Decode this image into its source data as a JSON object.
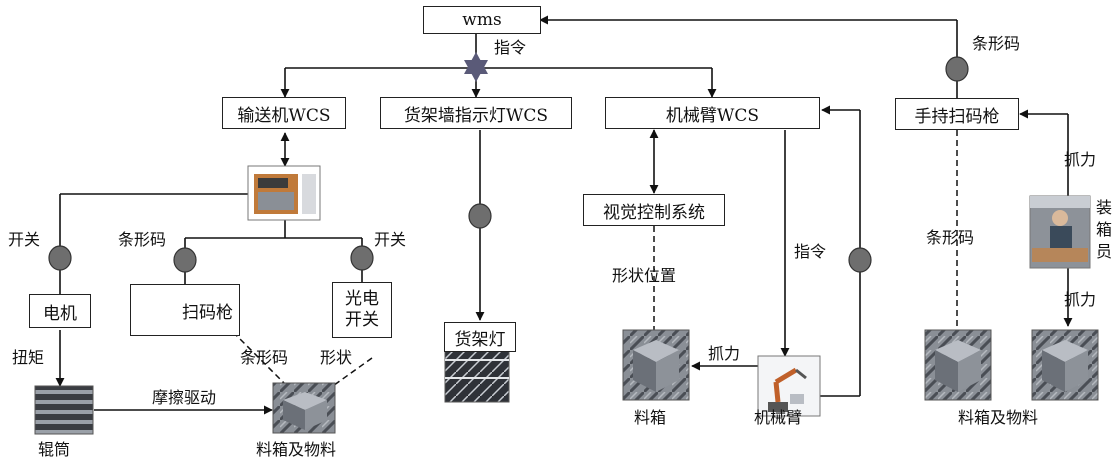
{
  "nodes": {
    "wms": "wms",
    "conveyor_wcs": "输送机WCS",
    "shelf_light_wcs": "货架墙指示灯WCS",
    "arm_wcs": "机械臂WCS",
    "scanner_handheld": "手持扫码枪",
    "vision_system": "视觉控制系统",
    "motor": "电机",
    "scan_gun": "扫码枪",
    "photo_switch_line1": "光电",
    "photo_switch_line2": "开关",
    "shelf_light": "货架灯"
  },
  "labels": {
    "command_top": "指令",
    "barcode_top": "条形码",
    "switch_left": "开关",
    "barcode_mid": "条形码",
    "switch_right": "开关",
    "torque": "扭矩",
    "barcode_lower": "条形码",
    "shape": "形状",
    "friction_drive": "摩擦驱动",
    "roller": "辊筒",
    "bin_and_material_left": "料箱及物料",
    "shape_position": "形状位置",
    "command_arm": "指令",
    "grab_arm": "抓力",
    "bin": "料箱",
    "robot_arm": "机械臂",
    "barcode_right": "条形码",
    "grab_right_top": "抓力",
    "grab_right_bottom": "抓力",
    "bin_and_material_right": "料箱及物料",
    "cut_text_1": "装",
    "cut_text_2": "箱",
    "cut_text_3": "员"
  },
  "colors": {
    "line": "#111111",
    "port_fill": "#6e6e6e",
    "hub_fill": "#5a5a78"
  }
}
